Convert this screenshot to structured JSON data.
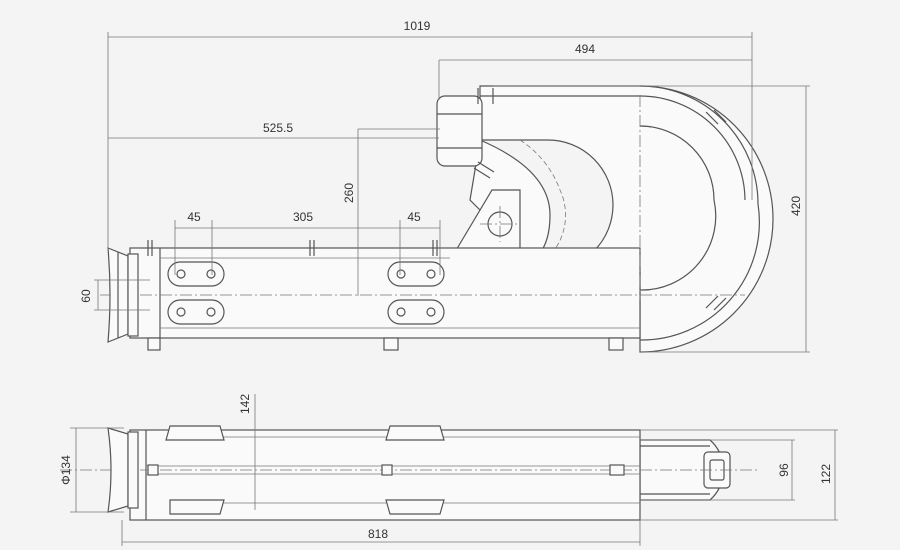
{
  "dimensions": {
    "top_overall_width": "1019",
    "top_arc_width": "494",
    "top_offset": "525.5",
    "top_height_260": "260",
    "top_left_45": "45",
    "top_mid_305": "305",
    "top_right_45": "45",
    "top_height_420": "420",
    "top_left_60": "60",
    "bottom_142": "142",
    "bottom_diameter": "Φ134",
    "bottom_96": "96",
    "bottom_122": "122",
    "bottom_length": "818"
  }
}
